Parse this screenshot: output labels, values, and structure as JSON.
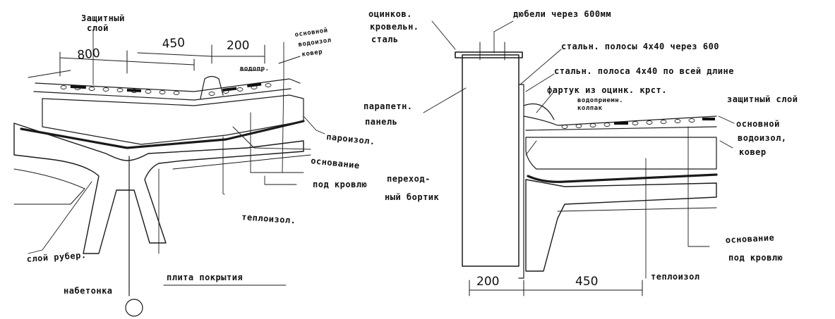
{
  "left_detail": {
    "labels": {
      "protective_layer": [
        "Защитный",
        "слой"
      ],
      "main_waterproof": [
        "основной",
        "водоизол",
        "ковер"
      ],
      "drain": "водопр.",
      "vapor_barrier": "пароизол.",
      "base": [
        "основание",
        "под кровлю"
      ],
      "transition_curb": [
        "переход-",
        "ный бортик"
      ],
      "insulation": "теплоизол.",
      "roofing_layer": "слой рубер.",
      "concrete": "набетонка",
      "slab": "плита покрытия"
    },
    "dimensions": [
      "800",
      "450",
      "200"
    ]
  },
  "right_detail": {
    "labels": {
      "galvanized_steel": [
        "оцинков.",
        "кровельн.",
        "сталь"
      ],
      "dowels": "дюбели через 600мм",
      "steel_strips": "стальн. полосы 4х40 через 600",
      "steel_strip_full": "стальн. полоса 4х40 по всей длине",
      "apron": "фартук из оцинк. крст.",
      "drain_cap": [
        "водоприемн.",
        "колпак"
      ],
      "protective_layer": "защитный слой",
      "main_waterproof": [
        "основной",
        "водоизол,",
        "ковер"
      ],
      "parapet_panel": [
        "парапетн.",
        "панель"
      ],
      "base": [
        "основание",
        "под кровлю"
      ],
      "insulation": "теплоизол"
    },
    "dimensions": [
      "200",
      "450"
    ]
  }
}
